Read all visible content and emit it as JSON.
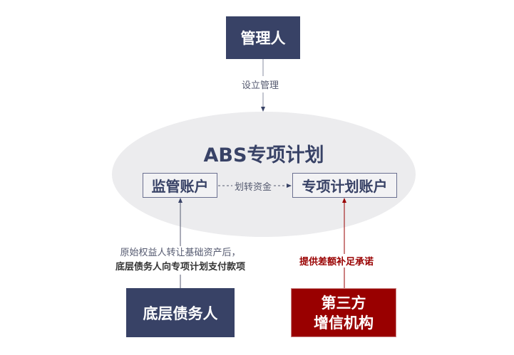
{
  "manager": {
    "label": "管理人"
  },
  "manager_edge": {
    "label": "设立管理"
  },
  "plan": {
    "title": "ABS专项计划",
    "supervision_account": "监管账户",
    "transfer_label": "划转资金",
    "plan_account": "专项计划账户"
  },
  "debtor": {
    "label": "底层债务人",
    "edge_line1": "原始权益人转让基础资产后，",
    "edge_line2": "底层债务人向专项计划支付款项"
  },
  "guarantor": {
    "line1": "第三方",
    "line2": "增信机构",
    "edge_label": "提供差额补足承诺"
  },
  "colors": {
    "navy": "#384266",
    "red": "#990000",
    "ellipse": "#ececee"
  }
}
